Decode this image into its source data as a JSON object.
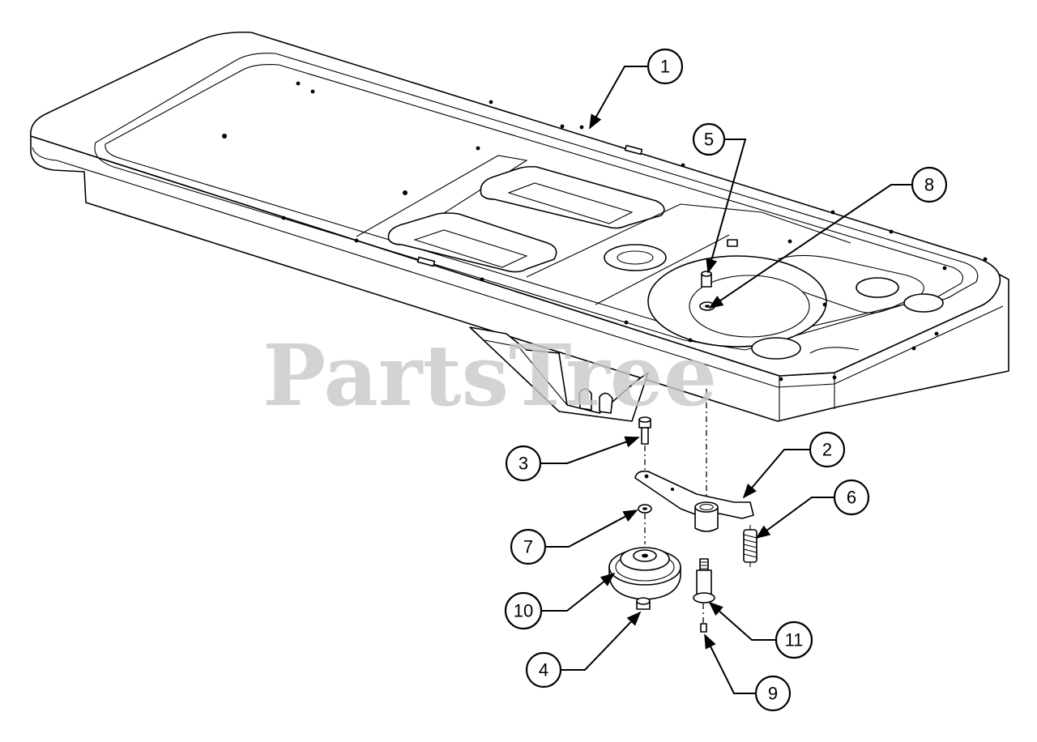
{
  "watermark": "PartsTree",
  "callouts": [
    {
      "id": "1",
      "label": "1"
    },
    {
      "id": "2",
      "label": "2"
    },
    {
      "id": "3",
      "label": "3"
    },
    {
      "id": "4",
      "label": "4"
    },
    {
      "id": "5",
      "label": "5"
    },
    {
      "id": "6",
      "label": "6"
    },
    {
      "id": "7",
      "label": "7"
    },
    {
      "id": "8",
      "label": "8"
    },
    {
      "id": "9",
      "label": "9"
    },
    {
      "id": "10",
      "label": "10"
    },
    {
      "id": "11",
      "label": "11"
    }
  ],
  "colors": {
    "line": "#000000",
    "background": "#ffffff",
    "watermark": "#c8c8c8"
  }
}
